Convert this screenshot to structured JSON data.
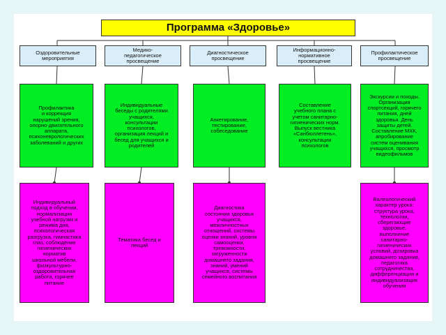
{
  "title": "Программа «Здоровье»",
  "columns": [
    {
      "header": "Оздоровительные\nмероприятия",
      "green": "Профилактика\nи коррекция\nнарушений зрения,\nопорно-двигательного\nаппарата,\nпсихоневрологических\nзаболеваний и других",
      "magenta": "Индивидуальный\nподход в обучении,\nнормализация\nучебной нагрузки и\nрежима дня,\nпсихологическая\nразгрузка, гимнастика\nглаз, соблюдение\nгигиенических\nнорматив\nшкольной мебели,\nфизкультурно-\nоздоровительная\nработа, горячее\nпитание"
    },
    {
      "header": "Медико-\nпедагогическое\nпросвещение",
      "green": "Индивидуальные\nбеседы с родителями\nучащихся,\nконсультации\nпсихологов,\nорганизация лекций и\nбесед для учащихся и\nродителей",
      "magenta": "Тематика бесед и\nлекций"
    },
    {
      "header": "Диагностическое\nпросвещение",
      "green": "Анкетирование,\nтестирование,\nсобеседование",
      "magenta": "Диагностика\nсостояния здоровья\nучащихся,\nмежличностных\nотношений, системы\nоценки знаний, уровня\nсамооценки,\nтревожности,\nзагруженности\nдомашнего задания,\nзнаний, умений\nучащихся, системы\nсемейного воспитания"
    },
    {
      "header": "Информационно-\nнормативное\nпросвещение",
      "green": "Составление\nучебного плана с\nучетом санитарно-\nгигиенических норм.\nВыпуск вестника\n«Санбюллетень»,\nконсультации\nпсихологов",
      "magenta": null
    },
    {
      "header": "Профилактическое\nпросвещение",
      "green": "Экскурсии и походы.\nОрганизация\nспортсекций, горячего\nпитания, дней\nздоровья. День\nзащиты детей.\nСоставление МХК,\nапробирование\nсистем оценивания\nучащихся, просмотр\nвидеофильмов",
      "magenta": "Валеологический\nхарактер урока:\nструктура урока,\nтехнологии,\nсберегающие\nздоровье,\nвыполнение\nсанитарно-\nгигиенических\nусловий, дозировка\nдомашнего задания,\nпедагогика\nсотрудничества,\nдифференциация и\nиндивидуализация\nобучения"
    }
  ],
  "colors": {
    "title_fill": "#ffff00",
    "header_fill": "#d9eef8",
    "green_fill": "#00ee22",
    "magenta_fill": "#ff00ff",
    "line": "#333333"
  }
}
